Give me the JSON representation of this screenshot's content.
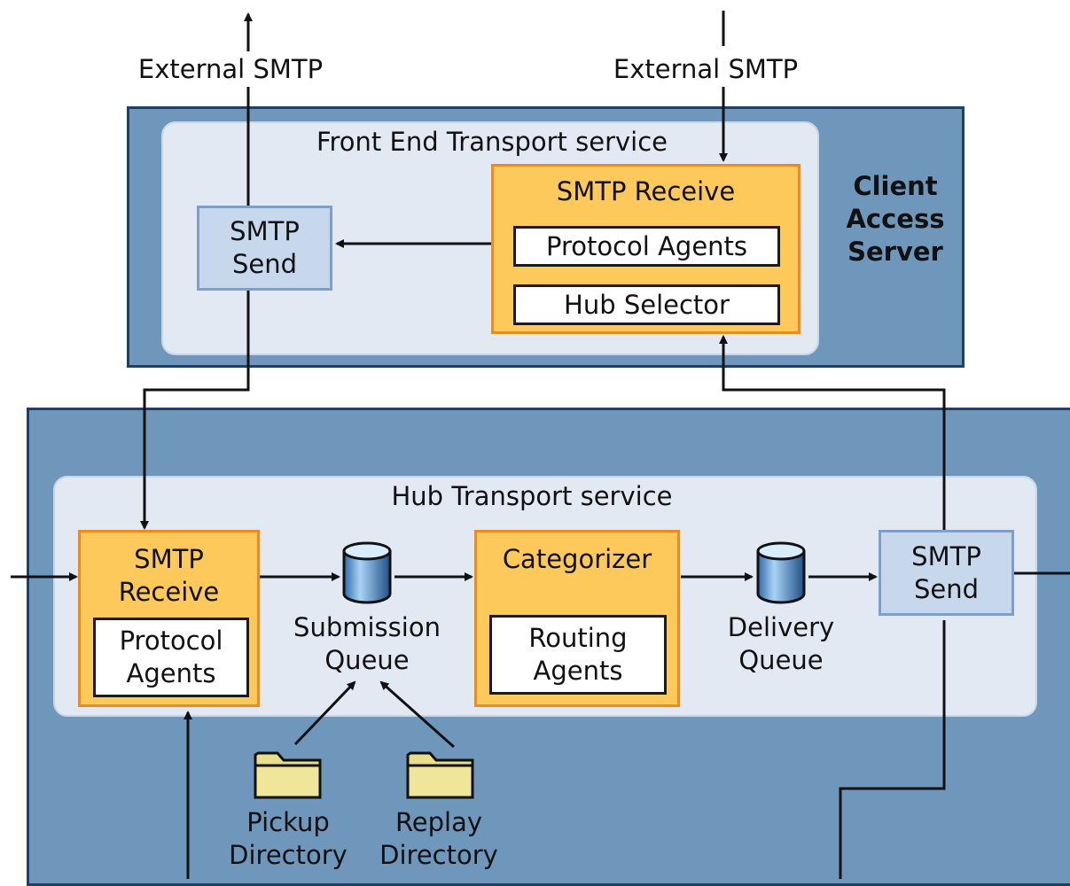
{
  "external_smtp_left": "External SMTP",
  "external_smtp_right": "External SMTP",
  "client_access_server": {
    "label_line1": "Client",
    "label_line2": "Access",
    "label_line3": "Server",
    "service_title": "Front End Transport service",
    "smtp_send_line1": "SMTP",
    "smtp_send_line2": "Send",
    "smtp_receive_title": "SMTP Receive",
    "protocol_agents": "Protocol Agents",
    "hub_selector": "Hub Selector"
  },
  "hub_transport": {
    "service_title": "Hub Transport service",
    "smtp_receive_line1": "SMTP",
    "smtp_receive_line2": "Receive",
    "protocol_agents_line1": "Protocol",
    "protocol_agents_line2": "Agents",
    "submission_queue_line1": "Submission",
    "submission_queue_line2": "Queue",
    "categorizer_title": "Categorizer",
    "routing_agents_line1": "Routing",
    "routing_agents_line2": "Agents",
    "delivery_queue_line1": "Delivery",
    "delivery_queue_line2": "Queue",
    "smtp_send_line1": "SMTP",
    "smtp_send_line2": "Send",
    "pickup_line1": "Pickup",
    "pickup_line2": "Directory",
    "replay_line1": "Replay",
    "replay_line2": "Directory"
  }
}
